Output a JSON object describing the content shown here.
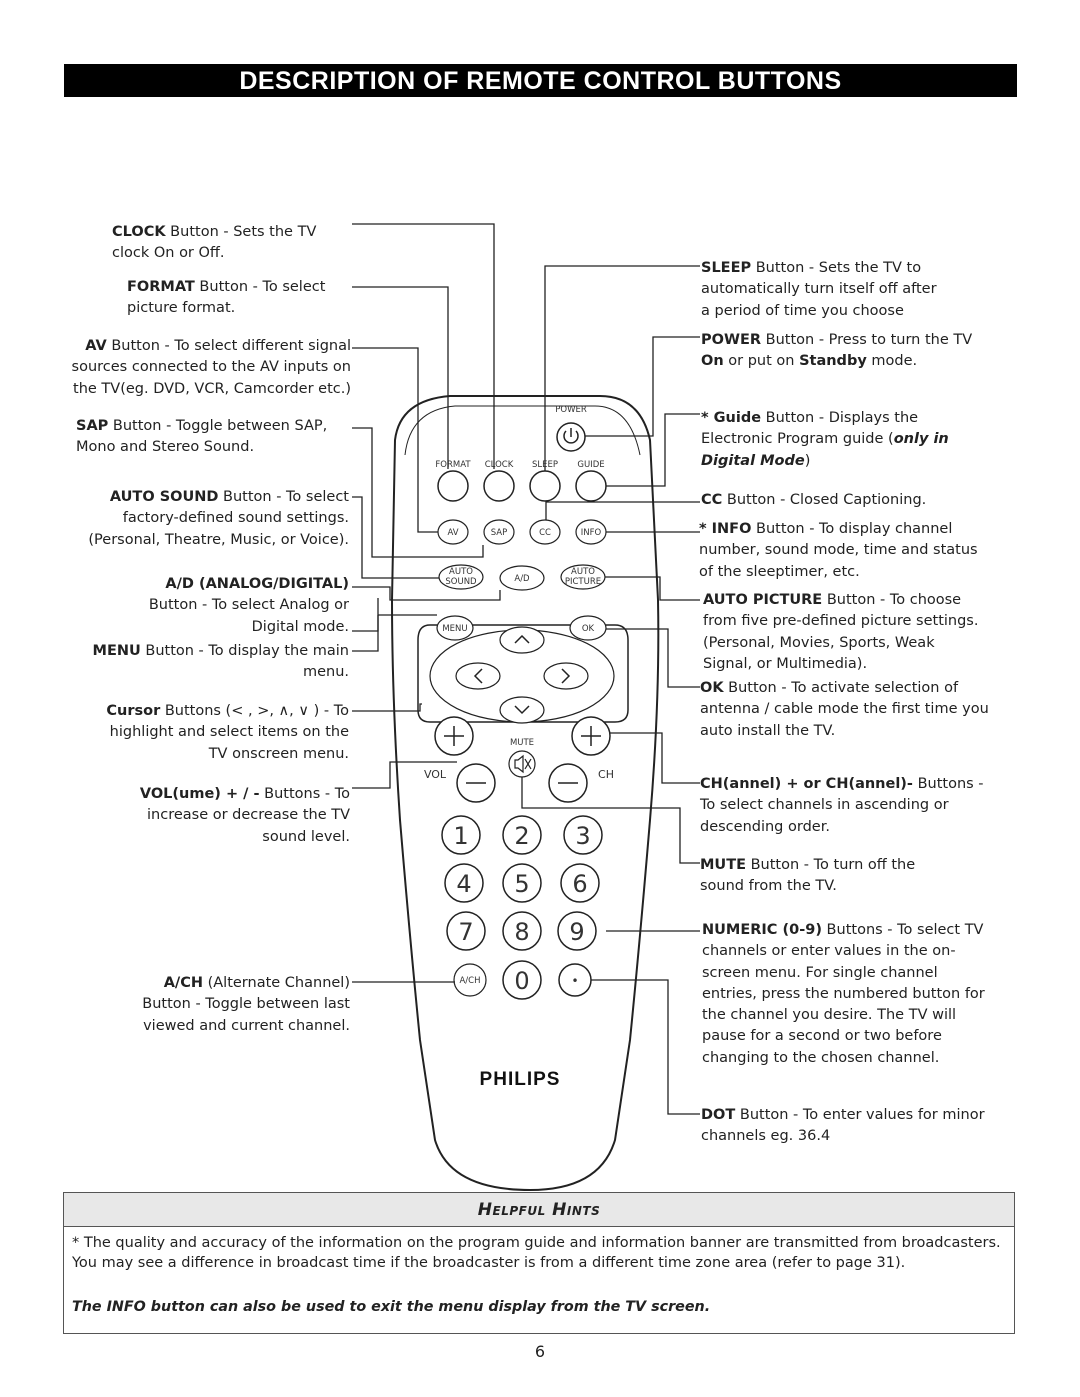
{
  "title": "DESCRIPTION OF REMOTE CONTROL BUTTONS",
  "left": [
    {
      "bold": "CLOCK",
      "text": " Button - Sets the TV clock On or Off."
    },
    {
      "bold": "FORMAT",
      "text": " Button - To select picture format."
    },
    {
      "bold": "AV",
      "text": " Button - To select different signal sources connected to the AV inputs on the TV(eg. DVD, VCR, Camcorder etc.)"
    },
    {
      "bold": "SAP",
      "text": " Button - Toggle between SAP, Mono and Stereo Sound."
    },
    {
      "bold": "AUTO SOUND",
      "text": " Button - To select factory-defined sound settings. (Personal, Theatre, Music, or Voice)."
    },
    {
      "bold": "A/D (ANALOG/DIGITAL)",
      "text": "Button - To select Analog or Digital mode."
    },
    {
      "bold": "MENU",
      "text": " Button - To display the main menu."
    },
    {
      "bold": "Cursor",
      "text": " Buttons (< , >, ∧, ∨ ) - To highlight and select items on the TV onscreen menu."
    },
    {
      "bold": "VOL(ume) + / -",
      "text": " Buttons - To increase or decrease the TV sound level."
    },
    {
      "bold": "A/CH",
      "text": " (Alternate Channel) Button - Toggle between last viewed and current channel."
    }
  ],
  "right": {
    "sleep": {
      "bold": "SLEEP",
      "text": " Button - Sets the TV to automatically turn itself off after a period of time you choose"
    },
    "power": {
      "bold": "POWER",
      "t1": " Button - Press to turn the TV ",
      "on": "On",
      "t2": " or put on ",
      "standby": "Standby",
      "t3": " mode."
    },
    "guide": {
      "star": "* ",
      "bold": "Guide",
      "t1": " Button - Displays the Electronic Program guide (",
      "ital1": "only in Digital Mode",
      "t2": ")"
    },
    "cc": {
      "bold": "CC",
      "text": " Button - Closed Captioning."
    },
    "info": {
      "star": "* ",
      "bold": "INFO",
      "text": " Button - To display channel number, sound mode, time and status of the sleeptimer, etc."
    },
    "auto_picture": {
      "bold": "AUTO PICTURE",
      "text": " Button - To choose from five pre-defined picture settings. (Personal, Movies, Sports, Weak Signal, or Multimedia)."
    },
    "ok": {
      "bold": "OK",
      "text": " Button - To activate selection of antenna / cable mode the first time you auto install the TV."
    },
    "channel": {
      "bold": "CH(annel) + or CH(annel)-",
      "text": " Buttons - To select channels in ascending or descending order."
    },
    "mute": {
      "bold": "MUTE",
      "text": " Button - To turn off the sound from the TV."
    },
    "numeric": {
      "bold": "NUMERIC (0-9)",
      "text": " Buttons - To select TV channels or enter values in the on-screen menu. For single channel entries, press the numbered button for the channel you desire. The TV will pause for a second or two before changing to the chosen channel."
    },
    "dot": {
      "bold": "DOT",
      "text": " Button - To enter values for minor channels eg. 36.4"
    }
  },
  "remote": {
    "power_label": "POWER",
    "row1": [
      "FORMAT",
      "CLOCK",
      "SLEEP",
      "GUIDE"
    ],
    "row2": [
      "AV",
      "SAP",
      "CC",
      "INFO"
    ],
    "auto_sound": [
      "AUTO",
      "SOUND"
    ],
    "ad": "A/D",
    "auto_picture": [
      "AUTO",
      "PICTURE"
    ],
    "menu": "MENU",
    "ok": "OK",
    "mute": "MUTE",
    "vol": "VOL",
    "ch": "CH",
    "digits": [
      "1",
      "2",
      "3",
      "4",
      "5",
      "6",
      "7",
      "8",
      "9"
    ],
    "zero": "0",
    "ach": "A/CH",
    "dot": "•",
    "brand": "PHILIPS"
  },
  "hints": {
    "heading": "Helpful Hints",
    "p1": "* The quality and accuracy of the information on the program guide and information banner are transmitted from broadcasters. You may see a difference in broadcast time if the broadcaster is from a different time zone area (refer to page 31).",
    "p2": "The INFO button can also be used to exit the menu display from the TV screen."
  },
  "page_number": "6"
}
